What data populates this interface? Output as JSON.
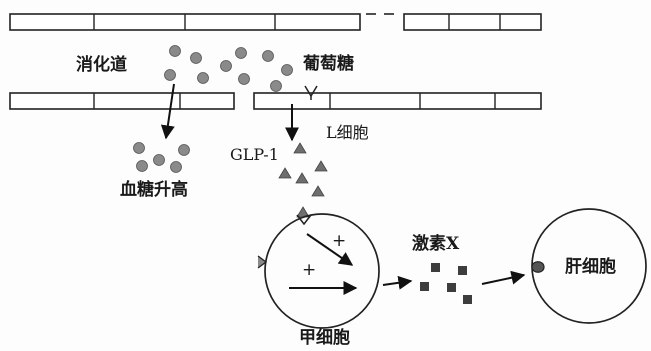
{
  "labels": {
    "digestive_tract": "消化道",
    "glucose": "葡萄糖",
    "l_cell": "L细胞",
    "glp1": "GLP-1",
    "blood_sugar_rise": "血糖升高",
    "hormone_x": "激素X",
    "liver_cell": "肝细胞",
    "a_cell": "甲细胞",
    "plus_sign": "+"
  },
  "colors": {
    "ink": "#1a1a1a",
    "glucose_dot": "#8a8a8a",
    "glp1_triangle": "#6e6e6e",
    "hormone_square": "#3d3d3d"
  },
  "icons": {
    "glucose": "grey-circle",
    "glp1": "grey-triangle",
    "hormone": "dark-square",
    "receptor": "cup-receptor"
  }
}
